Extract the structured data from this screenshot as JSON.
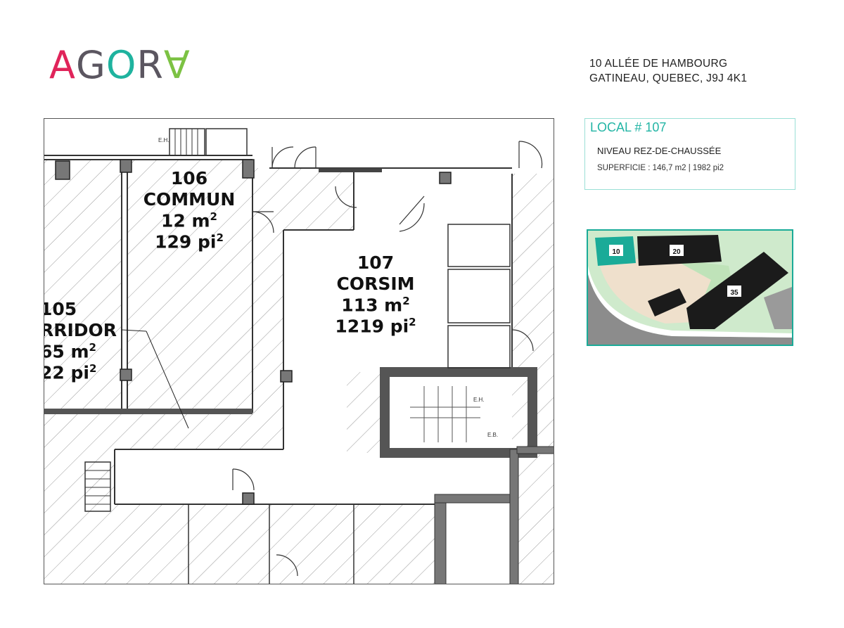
{
  "logo": {
    "letters": [
      {
        "char": "A",
        "color": "#e0245a"
      },
      {
        "char": "G",
        "color": "#5b5660"
      },
      {
        "char": "O",
        "color": "#1fb39f"
      },
      {
        "char": "R",
        "color": "#5b5660"
      },
      {
        "char": "∀",
        "color": "#7cc243"
      }
    ]
  },
  "address": {
    "line1": "10 ALLÉE DE HAMBOURG",
    "line2": "GATINEAU, QUEBEC, J9J 4K1"
  },
  "local": {
    "title": "LOCAL # 107",
    "level": "NIVEAU REZ-DE-CHAUSSÉE",
    "area": "SUPERFICIE : 146,7 m2  |  1982 pi2"
  },
  "sitemap": {
    "buildings": [
      "10",
      "20",
      "35"
    ],
    "highlight_color": "#1aab98"
  },
  "plan": {
    "rooms": [
      {
        "number": "106",
        "name": "COMMUN",
        "area_m": "12 m",
        "area_pi": "129 pi"
      },
      {
        "number": "107",
        "name": "CORSIM",
        "area_m": "113 m",
        "area_pi": "1219 pi"
      },
      {
        "number": "105",
        "name": "RRIDOR",
        "area_m": "65 m",
        "area_pi": "22 pi"
      }
    ],
    "superscript": "2",
    "stair_labels": [
      "E.H.",
      "E.H.",
      "E.B."
    ]
  }
}
